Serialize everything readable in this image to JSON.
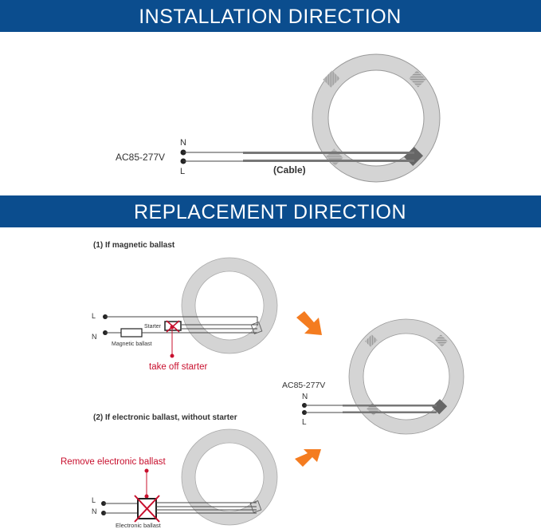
{
  "colors": {
    "header_bg": "#0b4d8e",
    "accent_red": "#c8102e",
    "arrow_orange": "#f47c20",
    "ring": "#d4d4d4"
  },
  "installation": {
    "title": "INSTALLATION DIRECTION",
    "voltage": "AC85-277V",
    "n_label": "N",
    "l_label": "L",
    "cable_label": "(Cable)"
  },
  "replacement": {
    "title": "REPLACEMENT DIRECTION",
    "magnetic": {
      "heading": "(1) If magnetic ballast",
      "l_label": "L",
      "n_label": "N",
      "starter_label": "Starter",
      "ballast_label": "Magnetic ballast",
      "instruction": "take off starter"
    },
    "electronic": {
      "heading": "(2) If electronic ballast, without starter",
      "l_label": "L",
      "n_label": "N",
      "ballast_label": "Electronic ballast",
      "instruction": "Remove electronic ballast"
    },
    "result": {
      "voltage": "AC85-277V",
      "n_label": "N",
      "l_label": "L"
    }
  }
}
